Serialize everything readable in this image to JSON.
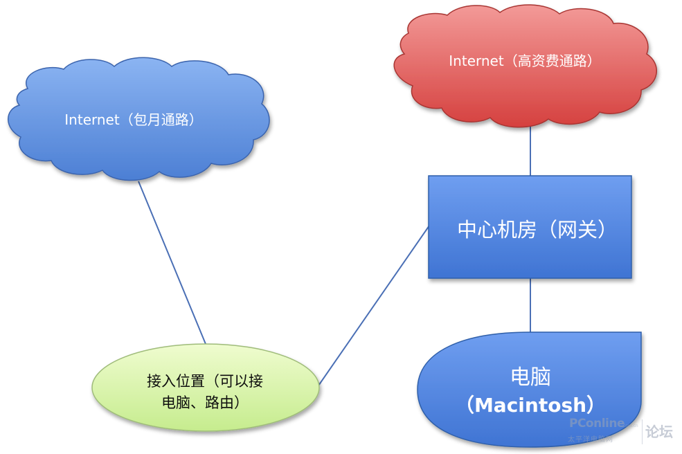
{
  "nodes": {
    "cloud_monthly": {
      "label": "Internet（包月通路）",
      "fill": "#5d8fe0",
      "stroke": "#3a64ad"
    },
    "cloud_costly": {
      "label": "Internet（高资费通路）",
      "fill": "#e25a58",
      "stroke": "#a83432"
    },
    "gateway": {
      "label": "中心机房（网关）",
      "fill": "#4a80e0",
      "stroke": "#2f5ea9"
    },
    "access": {
      "label_line1": "接入位置（可以接",
      "label_line2": "电脑、路由）",
      "fill": "#d3f5a4",
      "stroke": "#9fbc7a"
    },
    "computer": {
      "label_line1": "电脑",
      "label_line2": "（Macintosh）",
      "fill": "#4a80e0",
      "stroke": "#2f5ea9"
    }
  },
  "edges": [
    {
      "from": "cloud_monthly",
      "to": "access"
    },
    {
      "from": "access",
      "to": "gateway"
    },
    {
      "from": "cloud_costly",
      "to": "gateway"
    },
    {
      "from": "gateway",
      "to": "computer"
    }
  ],
  "edge_color": "#4a6fb5",
  "watermark": {
    "brand": "PConline",
    "domain": ".com.cn",
    "sub": "太平洋电脑网",
    "forum": "论坛"
  }
}
